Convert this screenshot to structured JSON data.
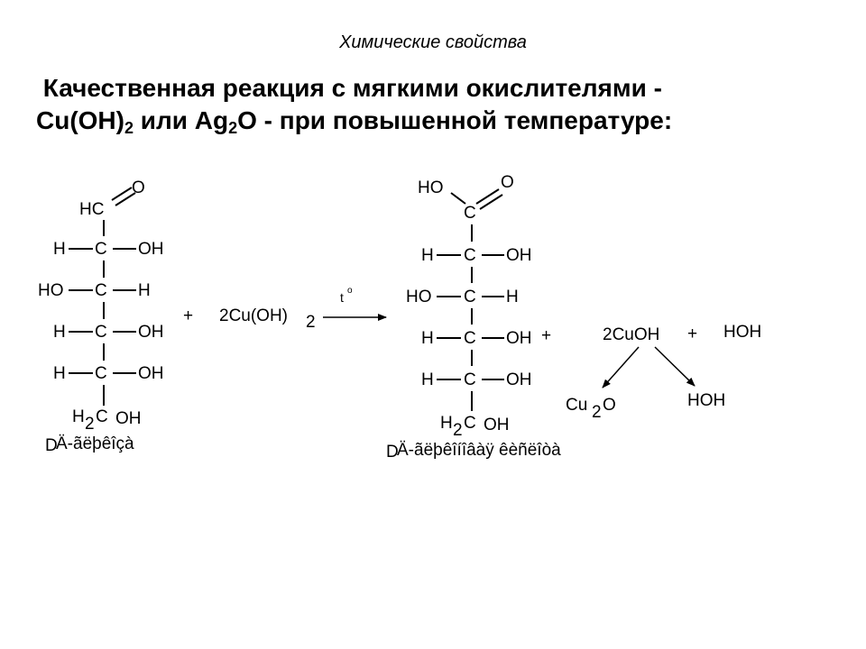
{
  "header": "Химические свойства",
  "title": {
    "line1": "Качественная реакция с мягкими окислителями -",
    "cu_oh": "Cu(OH)",
    "sub2a": "2",
    "or": " или Ag",
    "sub2b": "2",
    "rest": "O - при повышенной температуре:"
  },
  "reactant": {
    "O": "O",
    "HC": "HC",
    "H": "H",
    "C": "C",
    "OH": "OH",
    "HO": "HO",
    "H2C_H": "H",
    "H2C_2": "2",
    "H2C_C": "C",
    "D": "D",
    "name": "Ä-ãëþêîçà"
  },
  "reagent": {
    "plus": "+",
    "formula": "2Cu(OH)",
    "sub": "2",
    "condition": "t",
    "degree": "o"
  },
  "product": {
    "HO": "HO",
    "O": "O",
    "C": "C",
    "H": "H",
    "OH": "OH",
    "plus": "+",
    "H2C_H": "H",
    "H2C_2": "2",
    "H2C_C": "C",
    "D": "D",
    "name": "Ä-ãëþêîíîâàÿ êèñëîòà"
  },
  "byproducts": {
    "cuoh": "2CuOH",
    "plus": "+",
    "hoh": "HOH",
    "cu2o_cu": "Cu",
    "cu2o_2": "2",
    "cu2o_o": "O",
    "hoh2": "HOH"
  }
}
